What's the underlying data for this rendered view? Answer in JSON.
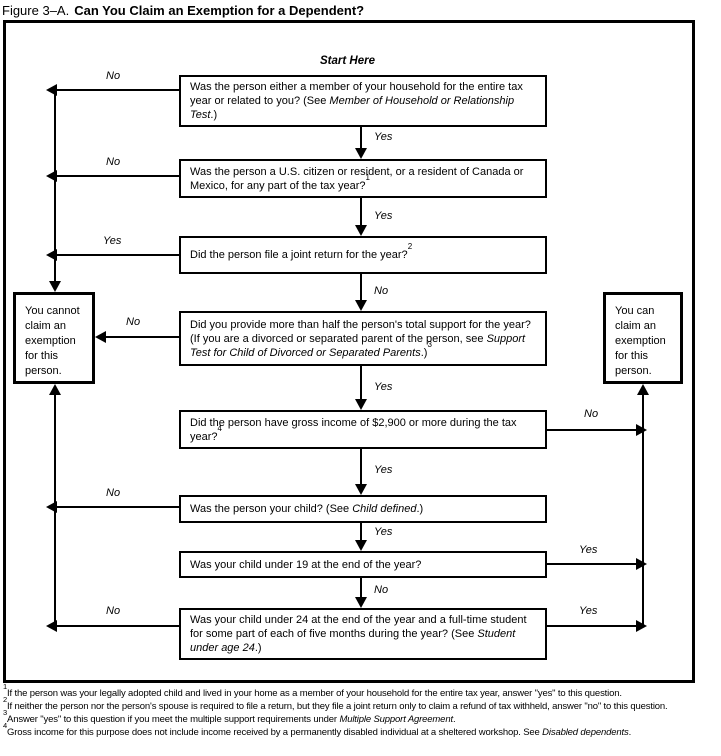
{
  "title": {
    "prefix": "Figure 3–A.",
    "main": "Can You Claim an Exemption for a Dependent?"
  },
  "labels": {
    "start_here": "Start Here"
  },
  "questions": [
    {
      "id": "q1",
      "text": "Was the person either a member of your household for the entire tax year or related to you? (See ",
      "italic": "Member of Household or Relationship Test",
      "after": ".)"
    },
    {
      "id": "q2",
      "text": "Was the person a U.S. citizen or resident, or a resident of Canada or Mexico, for any part of the tax year?",
      "sup": "1"
    },
    {
      "id": "q3",
      "text": "Did the person file a joint return for the year?",
      "sup": "2"
    },
    {
      "id": "q4",
      "text": "Did you provide more than half the person's total support for the year? (If you are a divorced or separated parent of the person, see ",
      "italic": "Support Test for Child of Divorced or Separated Parents",
      "after": ".)",
      "sup": "3"
    },
    {
      "id": "q5",
      "text": "Did the person have gross income of $2,900 or more during the tax year?",
      "sup": "4"
    },
    {
      "id": "q6",
      "text": "Was the person your child? (See ",
      "italic": "Child defined",
      "after": ".)"
    },
    {
      "id": "q7",
      "text": "Was your child under 19 at the end of the year?"
    },
    {
      "id": "q8",
      "text": "Was your child under 24 at the end of the year and a full-time student for some part of each of five months during the year? (See ",
      "italic": "Student under age 24",
      "after": ".)"
    }
  ],
  "outcomes": {
    "cannot": "You cannot claim an exemption for this person.",
    "can": "You can claim an exemption for this person."
  },
  "edges": [
    {
      "from": "q1",
      "answer": "No",
      "to": "cannot-claim"
    },
    {
      "from": "q1",
      "answer": "Yes",
      "to": "q2"
    },
    {
      "from": "q2",
      "answer": "No",
      "to": "cannot-claim"
    },
    {
      "from": "q2",
      "answer": "Yes",
      "to": "q3"
    },
    {
      "from": "q3",
      "answer": "Yes",
      "to": "cannot-claim"
    },
    {
      "from": "q3",
      "answer": "No",
      "to": "q4"
    },
    {
      "from": "q4",
      "answer": "No",
      "to": "cannot-claim"
    },
    {
      "from": "q4",
      "answer": "Yes",
      "to": "q5"
    },
    {
      "from": "q5",
      "answer": "No",
      "to": "can-claim"
    },
    {
      "from": "q5",
      "answer": "Yes",
      "to": "q6"
    },
    {
      "from": "q6",
      "answer": "No",
      "to": "cannot-claim"
    },
    {
      "from": "q6",
      "answer": "Yes",
      "to": "q7"
    },
    {
      "from": "q7",
      "answer": "Yes",
      "to": "can-claim"
    },
    {
      "from": "q7",
      "answer": "No",
      "to": "q8"
    },
    {
      "from": "q8",
      "answer": "No",
      "to": "cannot-claim"
    },
    {
      "from": "q8",
      "answer": "Yes",
      "to": "can-claim"
    }
  ],
  "footnotes": [
    {
      "sup": "1",
      "text": "If the person was your legally adopted child and lived in your home as a member of your household for the entire tax year, answer \"yes\" to this question."
    },
    {
      "sup": "2",
      "text": "If neither the person nor the person's spouse is required to file a return, but they file a joint return only to claim a refund of tax withheld, answer \"no\" to this question."
    },
    {
      "sup": "3",
      "text": "Answer \"yes\" to this question if you meet the multiple support requirements under ",
      "italic": "Multiple Support Agreement",
      "after": "."
    },
    {
      "sup": "4",
      "text": "Gross income for this purpose does not include income received by a permanently disabled individual at a sheltered workshop. See ",
      "italic": "Disabled dependents",
      "after": "."
    }
  ],
  "colors": {
    "line": "#000000",
    "background": "#ffffff"
  }
}
